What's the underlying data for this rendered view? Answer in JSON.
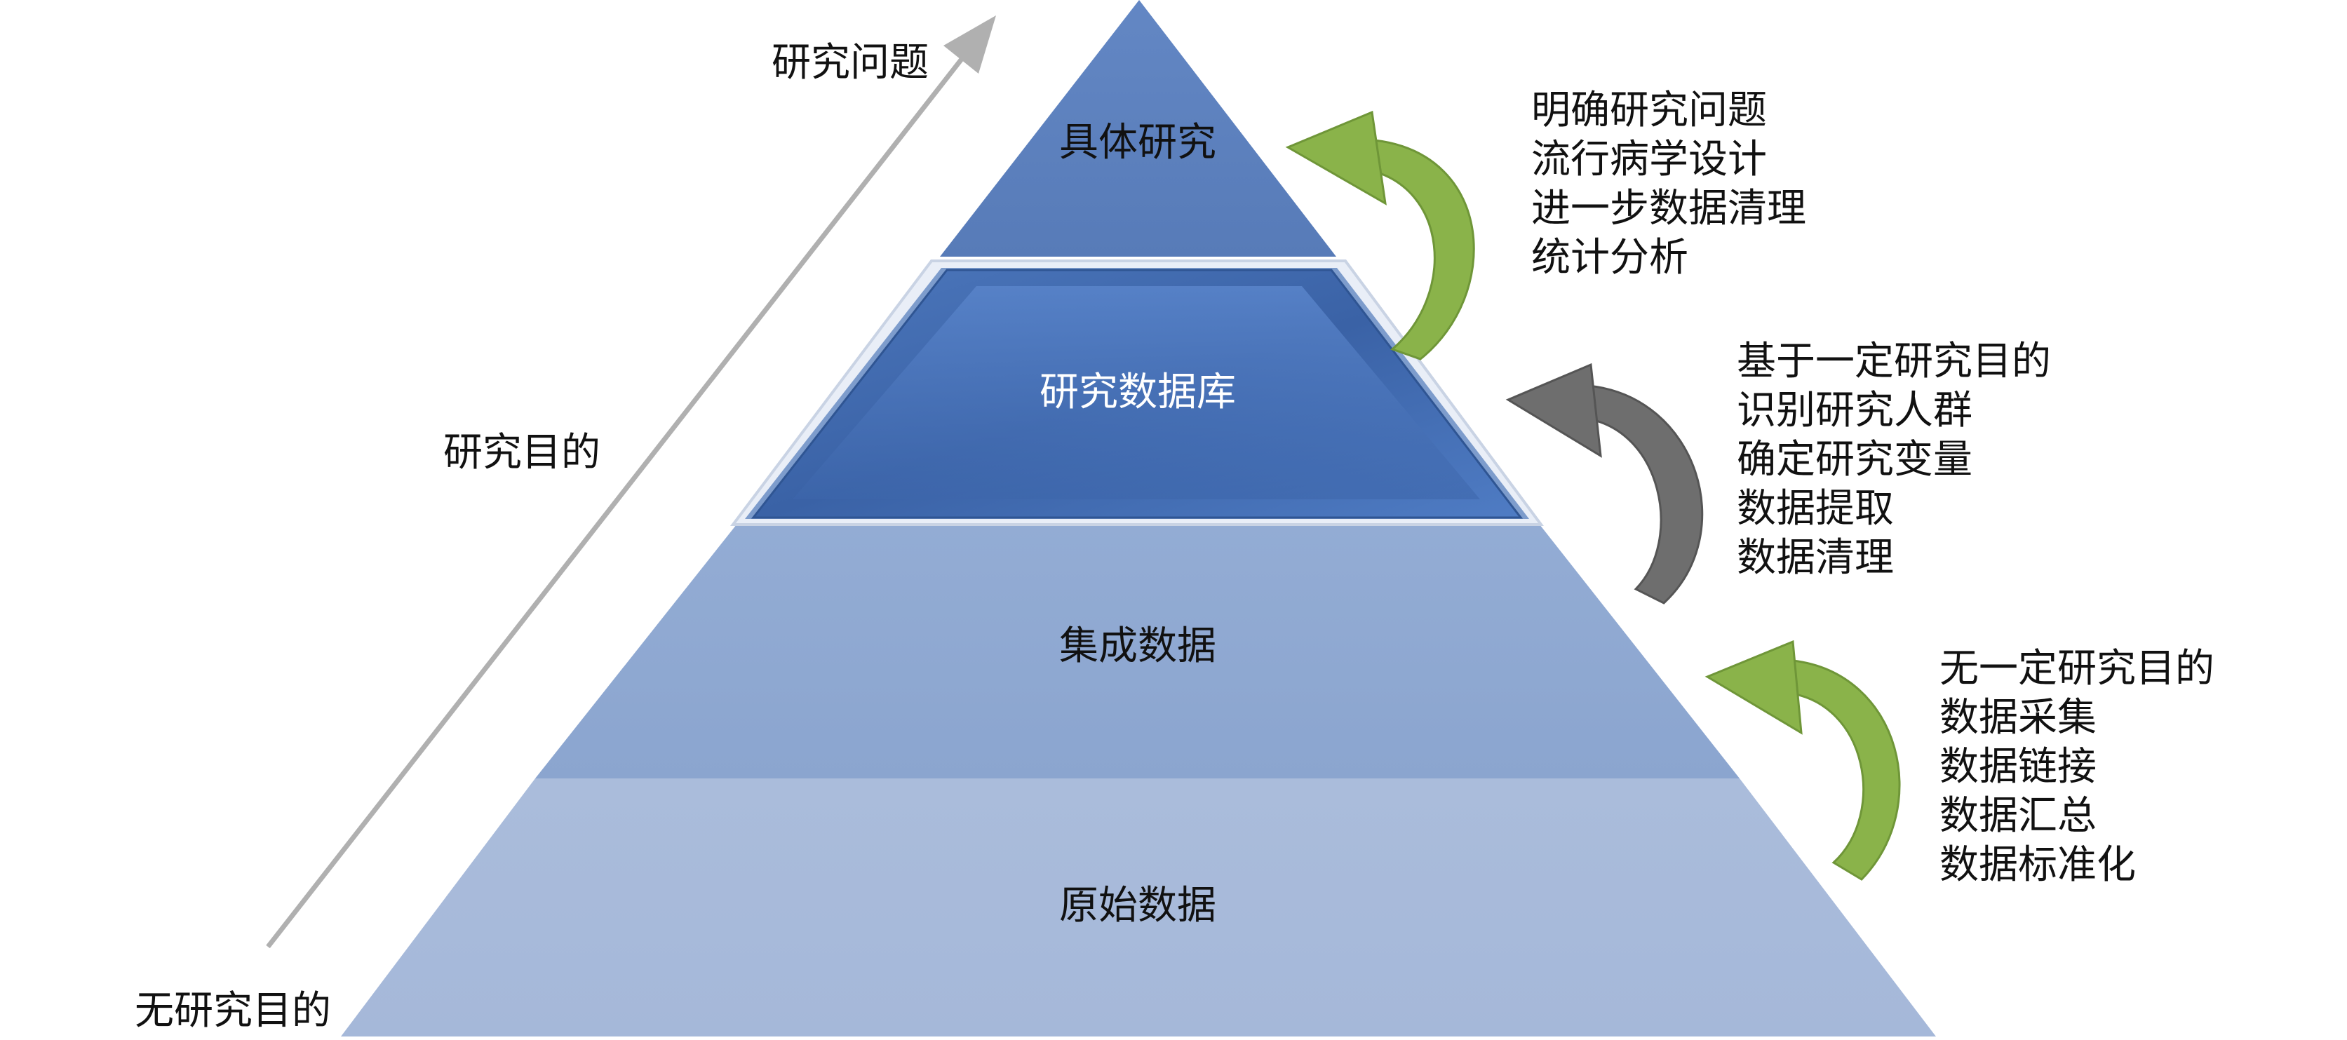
{
  "axis": {
    "top_label": "研究问题",
    "middle_label": "研究目的",
    "bottom_label": "无研究目的"
  },
  "layers": [
    {
      "label": "具体研究",
      "color": "#5a80bf"
    },
    {
      "label": "研究数据库",
      "color": "#3f69ad"
    },
    {
      "label": "集成数据",
      "color": "#8ea8d1"
    },
    {
      "label": "原始数据",
      "color": "#a7b9da"
    }
  ],
  "annotations": [
    {
      "arrow_color": "#8ab34a",
      "lines": [
        "明确研究问题",
        "流行病学设计",
        "进一步数据清理",
        "统计分析"
      ]
    },
    {
      "arrow_color": "#6e6e6e",
      "lines": [
        "基于一定研究目的",
        "识别研究人群",
        "确定研究变量",
        "数据提取",
        "数据清理"
      ]
    },
    {
      "arrow_color": "#8ab34a",
      "lines": [
        "无一定研究目的",
        "数据采集",
        "数据链接",
        "数据汇总",
        "数据标准化"
      ]
    }
  ]
}
